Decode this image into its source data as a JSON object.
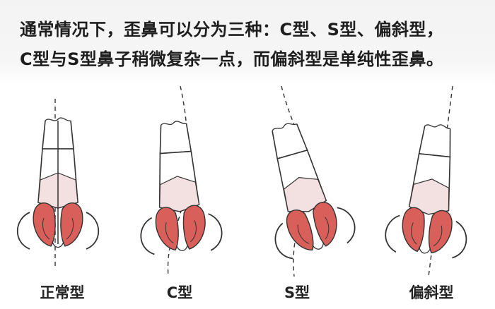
{
  "header": {
    "line1": "通常情况下，歪鼻可以分为三种：C型、S型、偏斜型，",
    "line2": "C型与S型鼻子稍微复杂一点，而偏斜型是单纯性歪鼻。"
  },
  "figures": [
    {
      "label": "正常型"
    },
    {
      "label": "C型"
    },
    {
      "label": "S型"
    },
    {
      "label": "偏斜型"
    }
  ],
  "colors": {
    "cartilage": "#d9605a",
    "cartilage_light": "#f3e0e0",
    "line": "#333333"
  }
}
